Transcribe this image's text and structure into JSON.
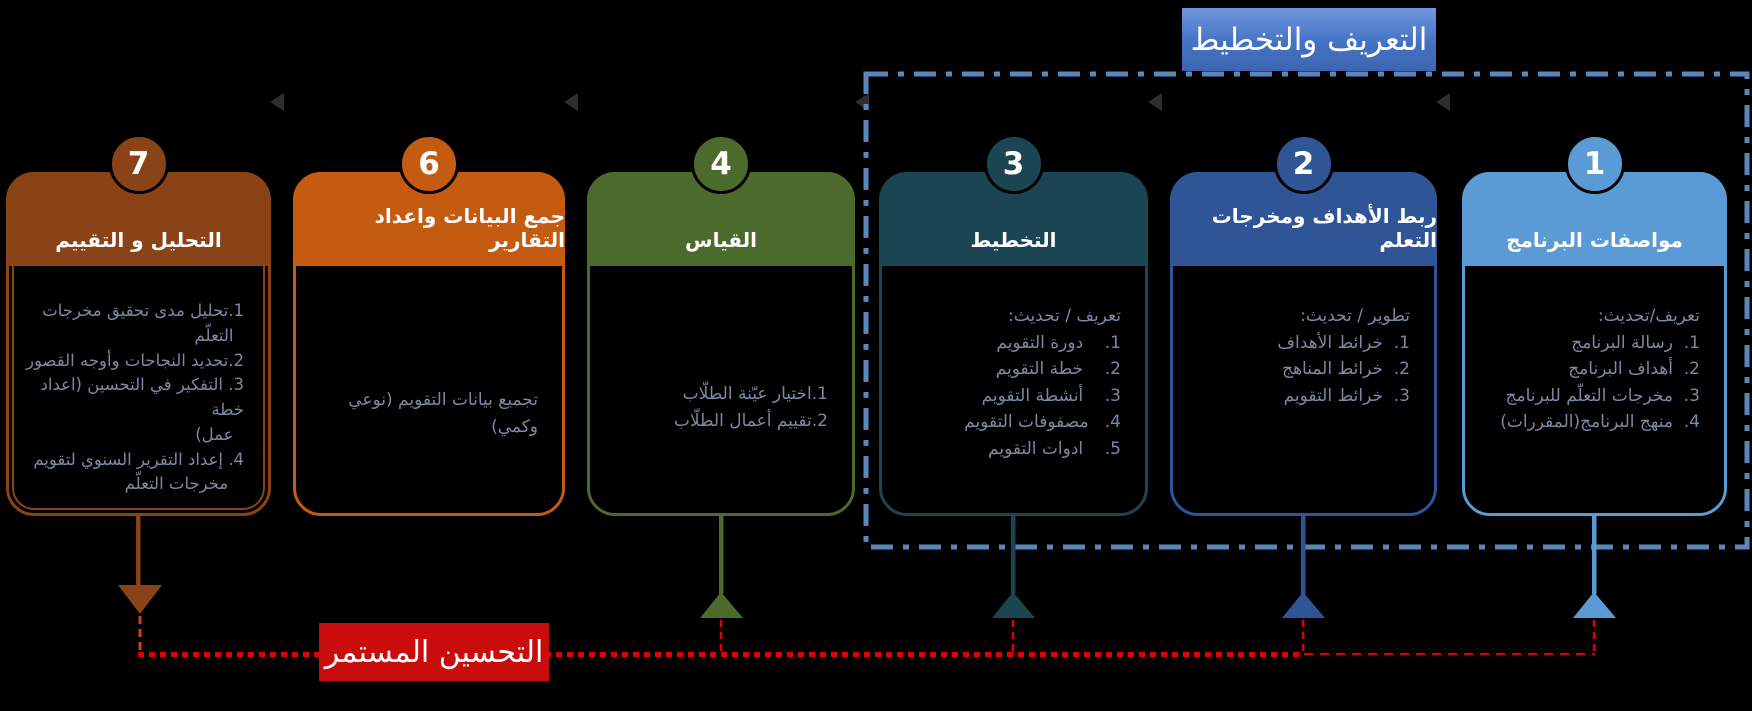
{
  "diagram": {
    "planning_group_label": "التعريف والتخطيط",
    "continuous_improvement_label": "التحسين المستمر"
  },
  "cards": [
    {
      "number": "7",
      "title": "التحليل و التقييم",
      "body": "1.تحليل مدى تحقيق مخرجات\n  التعلّم\n2.تحديد النجاحات وأوجه القصور\n3. التفكير في التحسين (اعداد خطة\n  عمل)\n4. إعداد التقرير السنوي لتقويم\n   مخرجات التعلّم",
      "color": "#8A4317"
    },
    {
      "number": "6",
      "title": "جمع البيانات واعداد التقارير",
      "body": "تجميع بيانات التقويم (نوعي\nوكمي)",
      "color": "#C55A11"
    },
    {
      "number": "4",
      "title": "القياس",
      "body": "1.اختيار عيّنة الطلّاب\n2.تقييم أعمال الطلّاب",
      "color": "#4D6A2D"
    },
    {
      "number": "3",
      "title": "التخطيط",
      "body": "تعريف / تحديث:\n1.    دورة التقويم\n2.    خطة التقويم\n3.    أنشطة التقويم\n4.   مصفوفات التقويم\n5.    ادوات التقويم",
      "color": "#1B4552"
    },
    {
      "number": "2",
      "title": "ربط الأهداف ومخرجات التعلم",
      "body": "تطوير / تحديث:\n1.  خرائط الأهداف\n2.  خرائط المناهج\n3.  خرائط التقويم",
      "color": "#2F5597"
    },
    {
      "number": "1",
      "title": "مواصفات البرنامج",
      "body": "تعريف/تحديث:\n1.  رسالة البرنامج\n2.  أهداف البرنامج\n3.  مخرجات التعلّم للبرنامج\n4.  منهج البرنامج(المقررات)",
      "color": "#5B9BD5"
    }
  ],
  "colors": {
    "background": "#000000",
    "group_dashed_border": "#5B87B8",
    "title_banner_gradient_top": "#7097DD",
    "title_banner_gradient_bottom": "#3C66B0",
    "improvement_banner_red": "#C90D0D",
    "dashed_feedback_red": "#E00000",
    "body_text": "#7B89A1"
  }
}
